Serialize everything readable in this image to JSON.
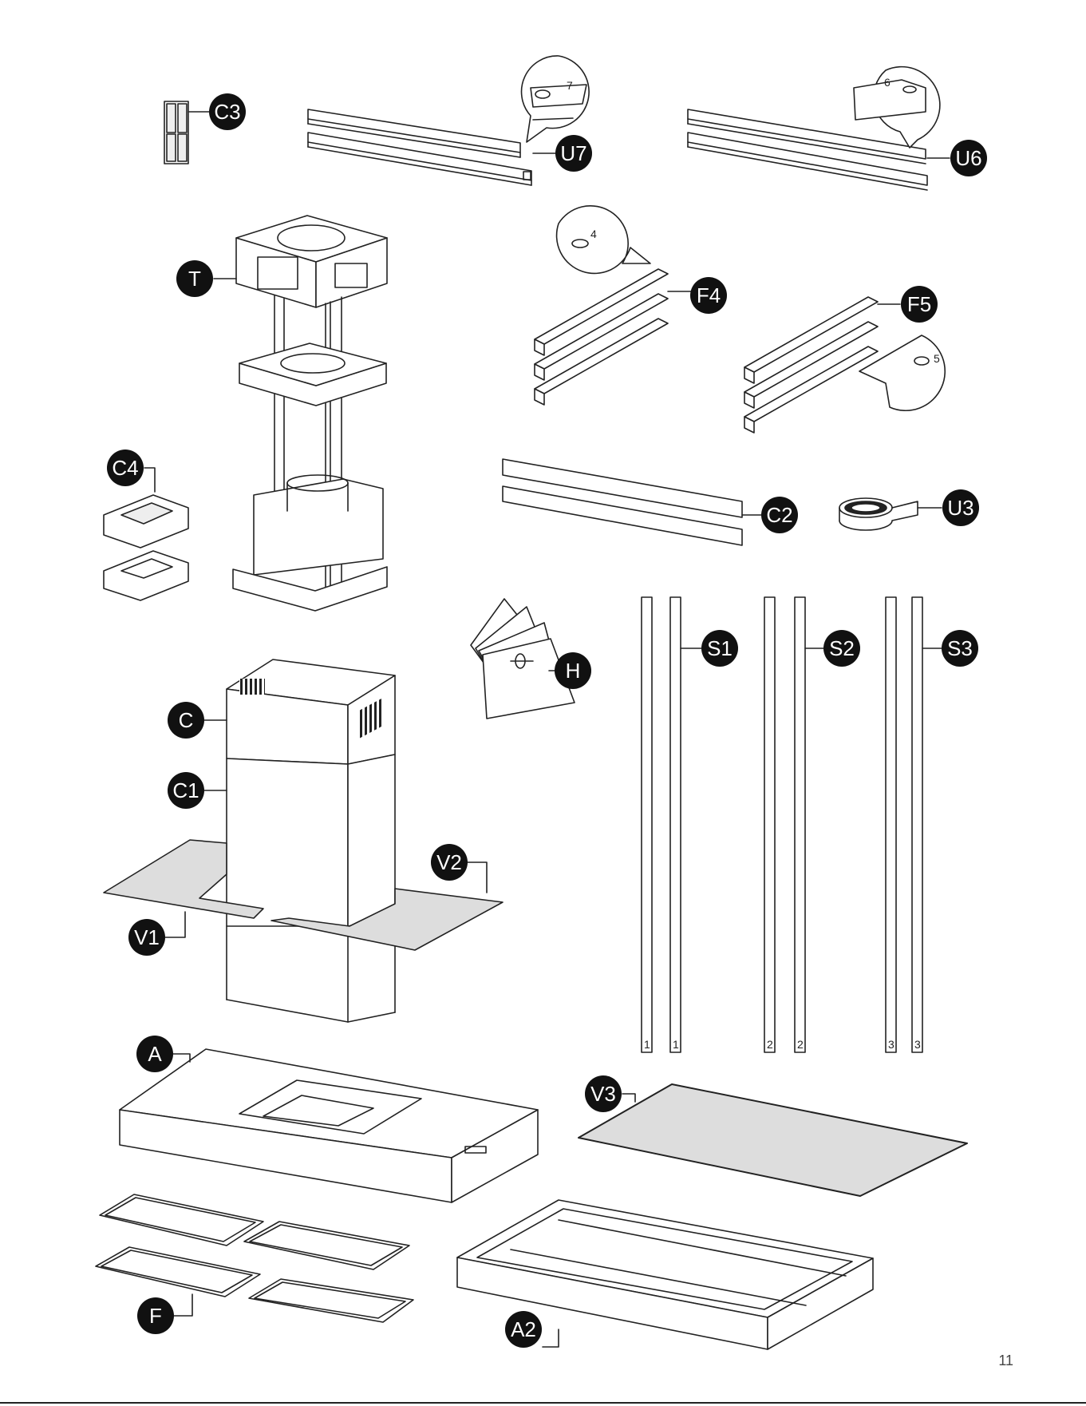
{
  "page_number": "11",
  "parts": {
    "C3": "C3",
    "U7": "U7",
    "U6": "U6",
    "T": "T",
    "F4": "F4",
    "F5": "F5",
    "C4": "C4",
    "C2": "C2",
    "U3": "U3",
    "H": "H",
    "S1": "S1",
    "S2": "S2",
    "S3": "S3",
    "C": "C",
    "C1": "C1",
    "V2": "V2",
    "V1": "V1",
    "A": "A",
    "V3": "V3",
    "F": "F",
    "A2": "A2"
  },
  "callout_marks": {
    "u7": "7",
    "u6": "6",
    "f4": "4",
    "f5": "5"
  },
  "strut_marks": [
    "1",
    "1",
    "2",
    "2",
    "3",
    "3"
  ]
}
